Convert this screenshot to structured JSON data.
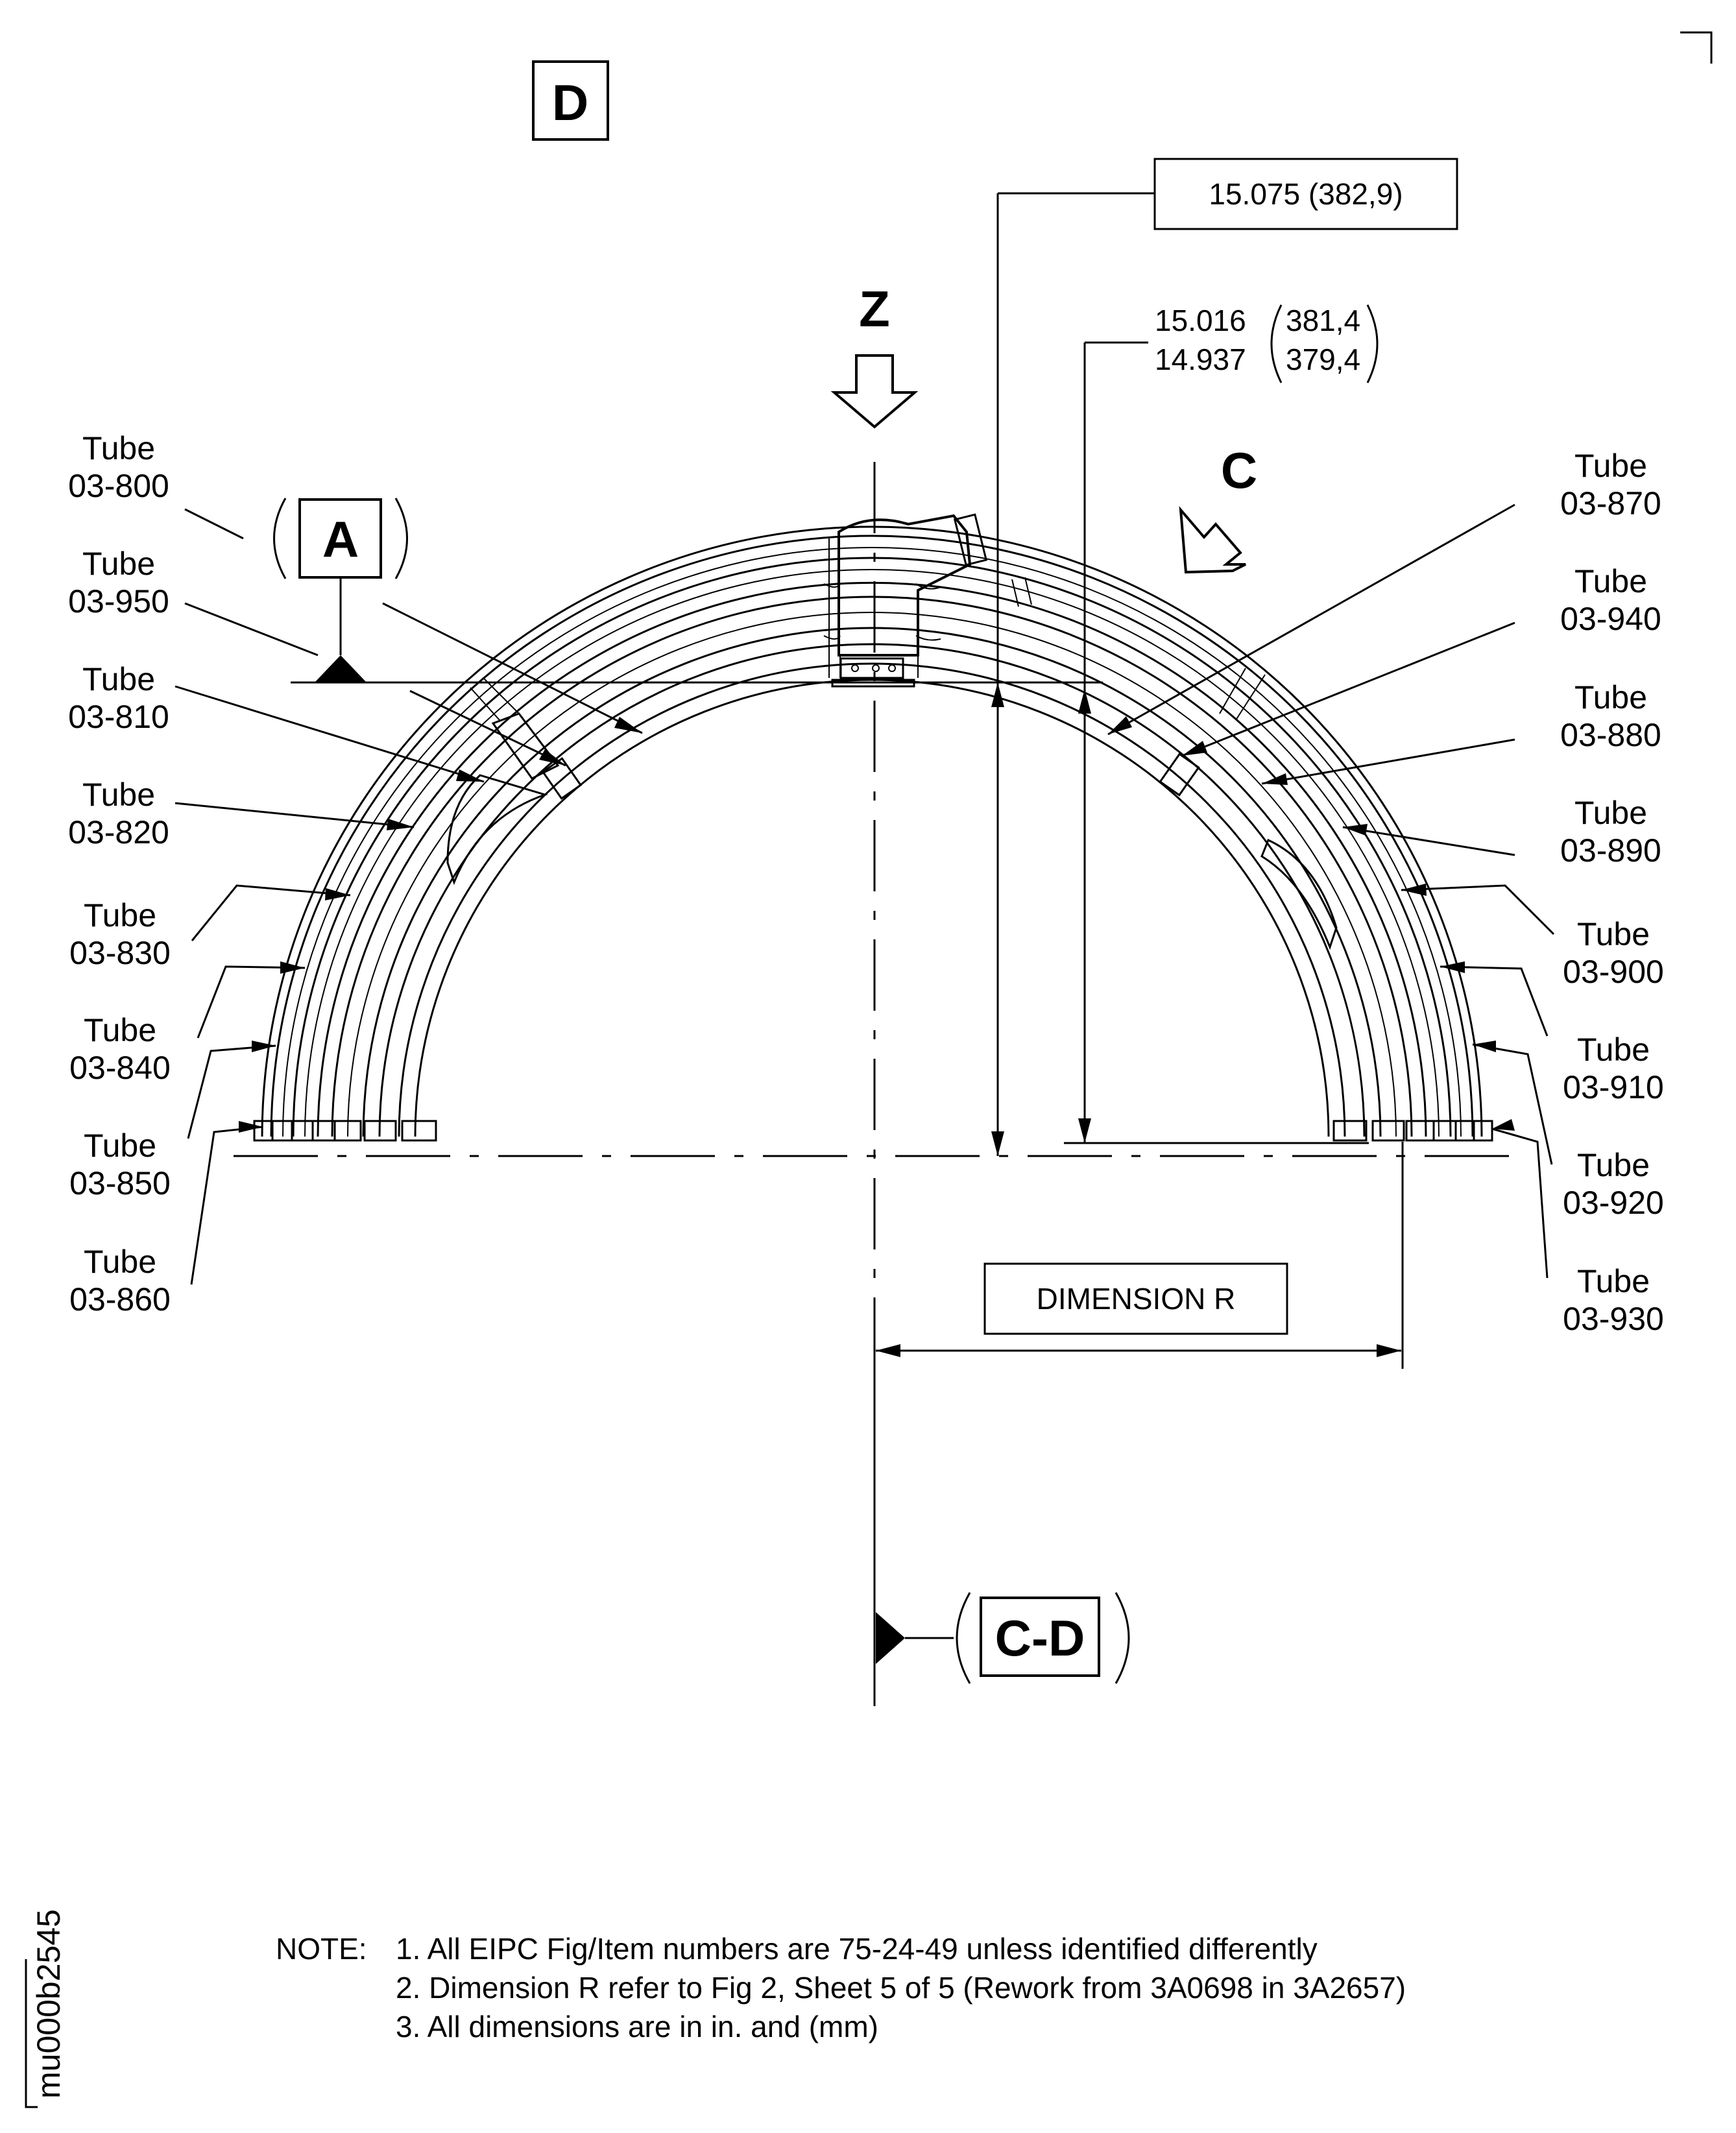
{
  "view_label": "D",
  "view_arrow_z": "Z",
  "view_arrow_c": "C",
  "datum_a": "A",
  "section_ref": "C-D",
  "dimensions": {
    "outer": "15.075 (382,9)",
    "inner_upper_in": "15.016",
    "inner_lower_in": "14.937",
    "inner_upper_mm": "381,4",
    "inner_lower_mm": "379,4",
    "dimension_r": "DIMENSION R"
  },
  "tube_word": "Tube",
  "tubes_left": [
    "03-800",
    "03-950",
    "03-810",
    "03-820",
    "03-830",
    "03-840",
    "03-850",
    "03-860"
  ],
  "tubes_right": [
    "03-870",
    "03-940",
    "03-880",
    "03-890",
    "03-900",
    "03-910",
    "03-920",
    "03-930"
  ],
  "notes": {
    "heading": "NOTE:",
    "items": [
      "1. All EIPC Fig/Item numbers are 75-24-49 unless identified differently",
      "2. Dimension R refer to Fig 2, Sheet 5 of 5 (Rework from 3A0698 in 3A2657)",
      "3. All dimensions are in in. and (mm)"
    ]
  },
  "drawing_id": "mu000b2545"
}
